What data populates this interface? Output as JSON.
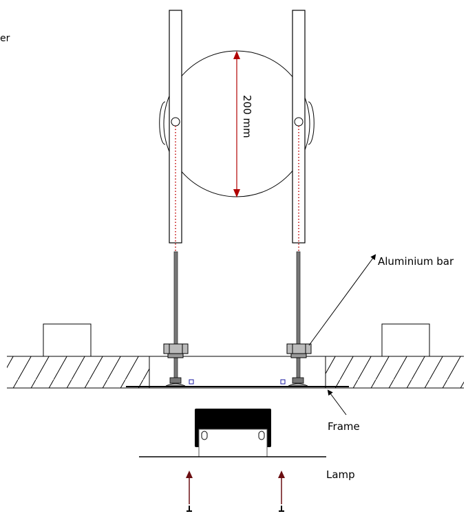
{
  "labels": {
    "top_left_fragment": "er",
    "dimension": "200 mm",
    "aluminium_bar": "Aluminium bar",
    "frame": "Frame",
    "lamp": "Lamp"
  },
  "colors": {
    "line": "#000000",
    "dimension": "#b00000",
    "guide_dots": "#c00000",
    "lamp_arrows": "#6b0f12",
    "small_squares": "#1a1aa0",
    "lamp_body": "#000000"
  }
}
